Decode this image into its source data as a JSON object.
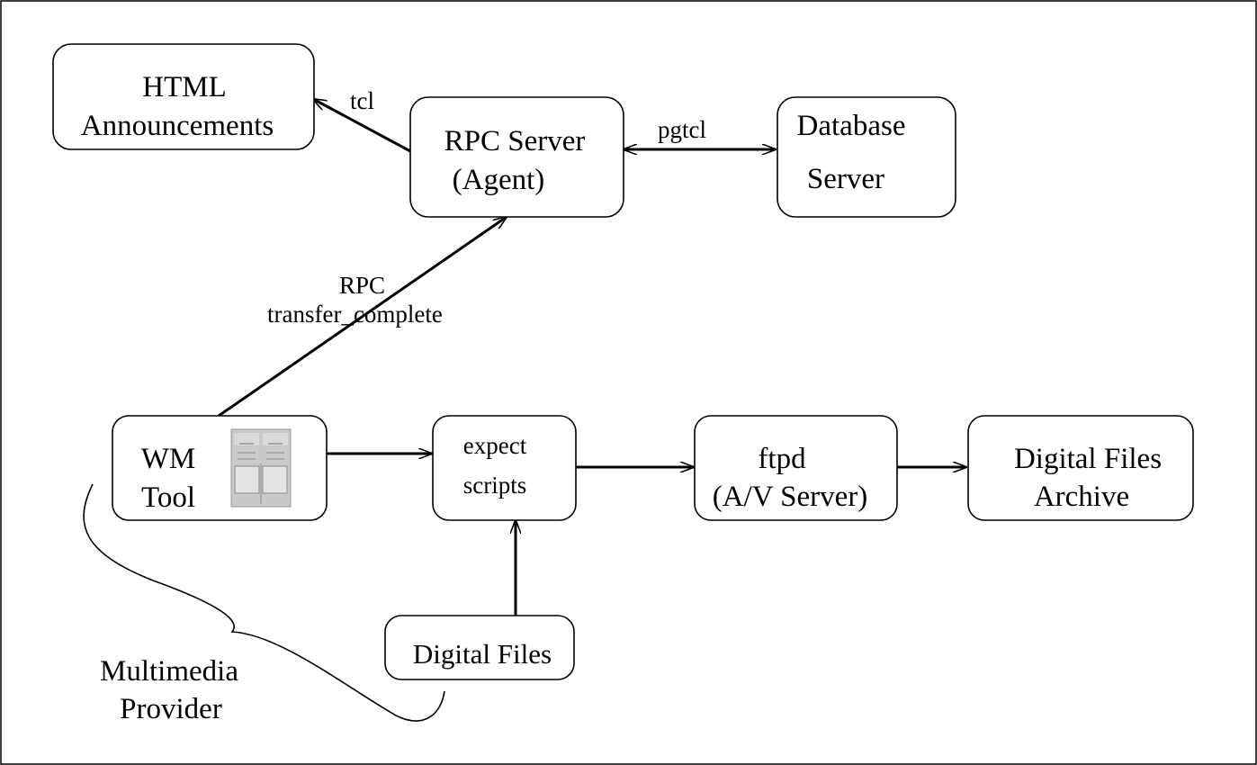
{
  "nodes": {
    "html_announcements": {
      "line1": "HTML",
      "line2": "Announcements"
    },
    "rpc_server": {
      "line1": "RPC Server",
      "line2": "(Agent)"
    },
    "database_server": {
      "line1": "Database",
      "line2": "Server"
    },
    "wm_tool": {
      "line1": "WM",
      "line2": "Tool"
    },
    "expect_scripts": {
      "line1": "expect",
      "line2": "scripts"
    },
    "ftpd": {
      "line1": "ftpd",
      "line2": "(A/V Server)"
    },
    "digital_files_archive": {
      "line1": "Digital Files",
      "line2": "Archive"
    },
    "digital_files": {
      "line1": "Digital Files"
    }
  },
  "edges": {
    "tcl": "tcl",
    "pgtcl": "pgtcl",
    "rpc_line1": "RPC",
    "rpc_line2": "transfer_complete"
  },
  "annotation": {
    "line1": "Multimedia",
    "line2": "Provider"
  }
}
